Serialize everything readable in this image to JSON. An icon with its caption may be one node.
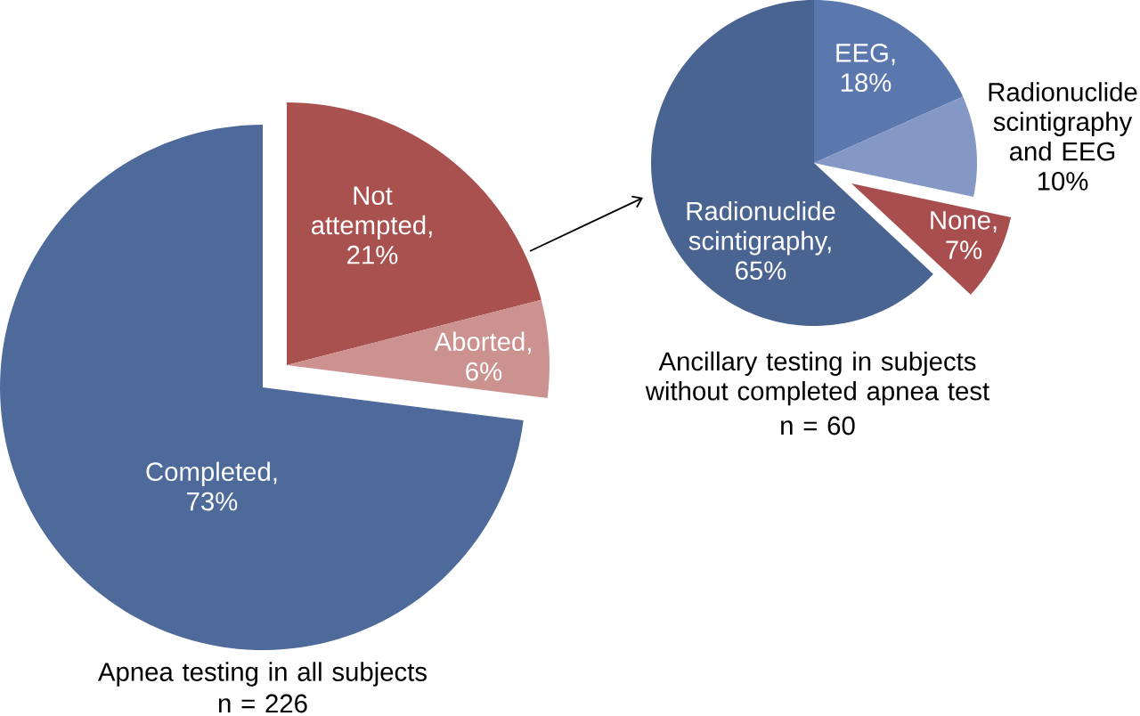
{
  "diagram": {
    "nodes": [
      {
        "text": [
          "Completed, 73%"
        ]
      },
      {
        "text": [
          "Not attempted, 21%"
        ]
      },
      {
        "text": [
          "Aborted, 6%"
        ]
      },
      {
        "text": [
          "Radionuclide scintigraphy, 65%"
        ]
      },
      {
        "text": [
          "EEG, 18%"
        ]
      },
      {
        "text": [
          "Radionuclide scintigraphy and EEG 10%"
        ]
      },
      {
        "text": [
          "None, 7%"
        ]
      }
    ],
    "edges": [
      {
        "from": 1,
        "to": 3,
        "arrow": "to"
      }
    ],
    "labels": [
      "Apnea testing in all subjects",
      "n = 226",
      "Ancillary testing in subjects without completed apnea test",
      "n = 60"
    ]
  }
}
